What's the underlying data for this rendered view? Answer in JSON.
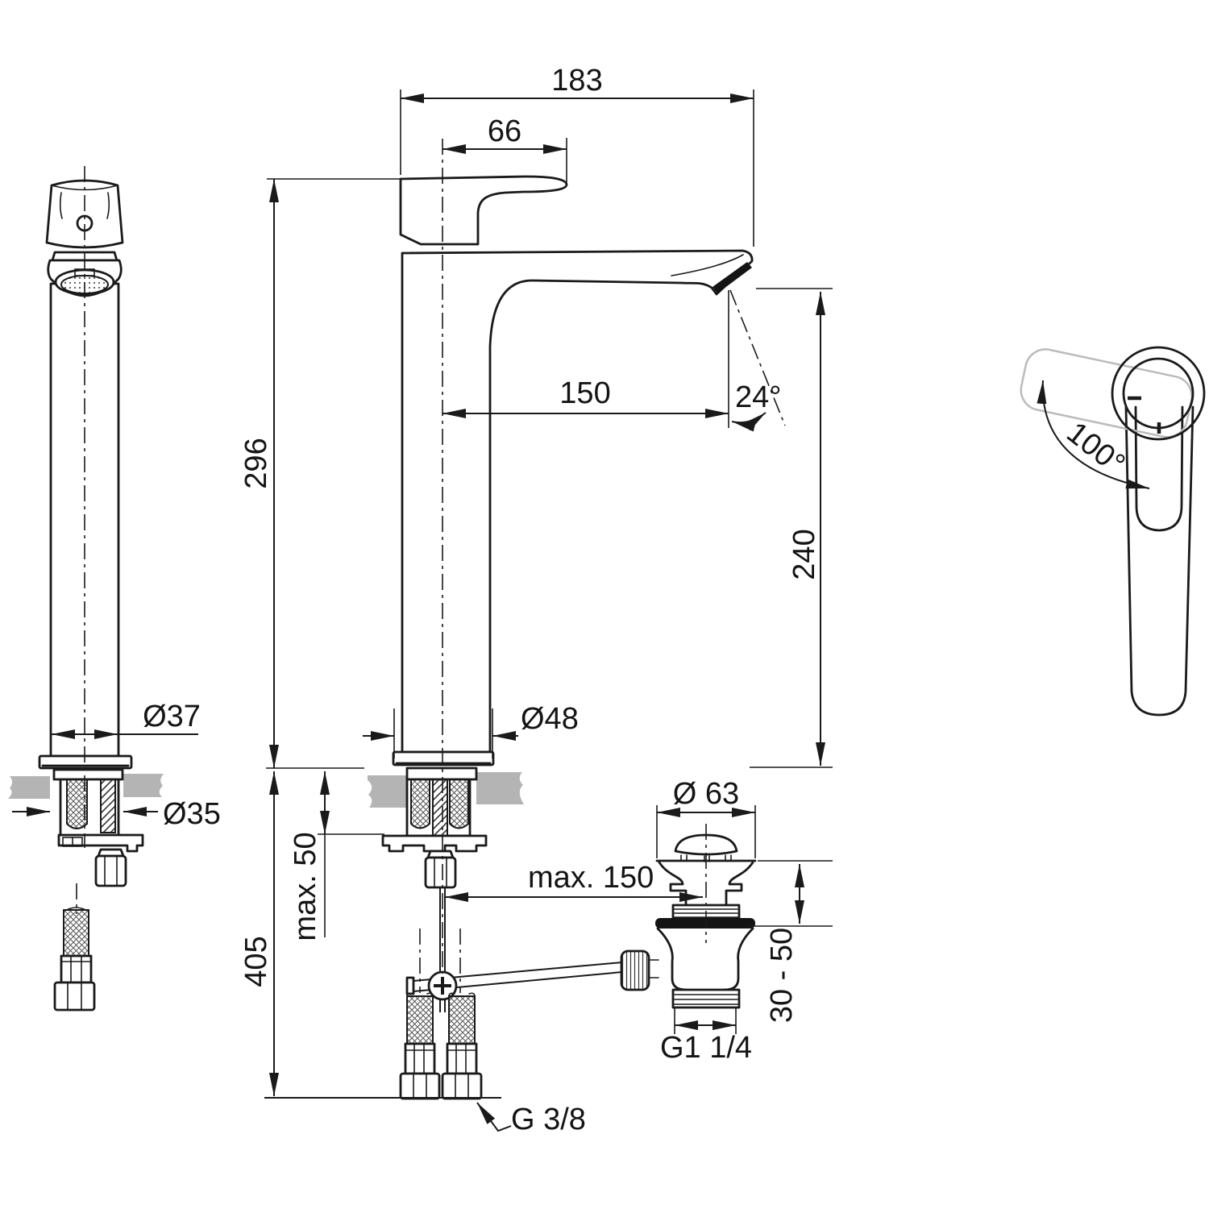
{
  "drawing": {
    "type": "technical-dimension-drawing",
    "subject": "single-lever high basin mixer with pop-up waste, installation dimensions in mm",
    "colors": {
      "line": "#1a1a1a",
      "countertop": "#b4b4b4",
      "ghost_outline": "#bbbbbb",
      "background": "#ffffff"
    },
    "views": {
      "front": "front view of mixer column with aerator",
      "side": "side view with spout, supply hoses and pop-up rod",
      "waste": "pop-up waste fitting",
      "top": "top view showing lever swivel range"
    },
    "labels": {
      "overall_width": "183",
      "lever_length": "66",
      "height_to_lever": "296",
      "spout_reach": "150",
      "spout_angle": "24°",
      "spout_height": "240",
      "shaft_diameter": "Ø37",
      "hole_diameter": "Ø35",
      "base_diameter": "Ø48",
      "max_deck_thickness": "max. 50",
      "total_height_below": "405",
      "waste_offset": "max. 150",
      "waste_cap_diameter": "Ø 63",
      "waste_height_range": "30 - 50",
      "waste_thread": "G1 1/4",
      "supply_thread": "G 3/8",
      "swivel_angle": "100°"
    }
  }
}
